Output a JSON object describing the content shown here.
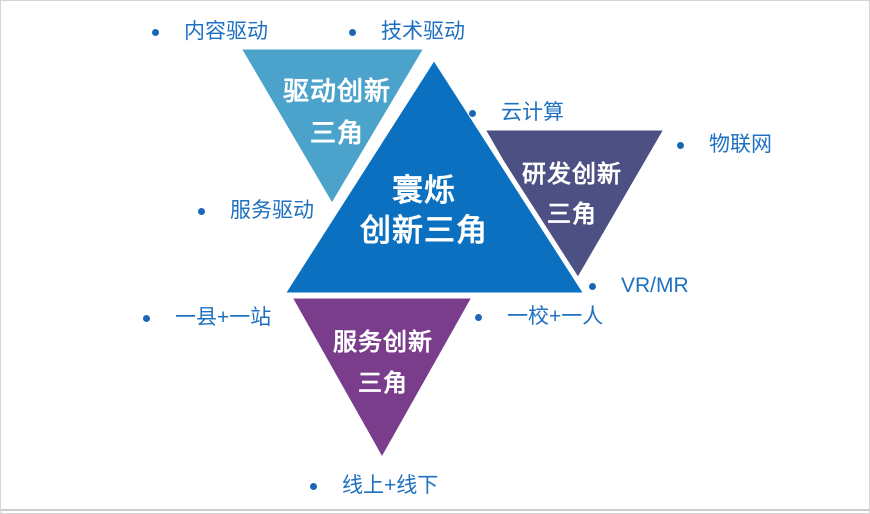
{
  "diagram": {
    "title": "寰烁创新三角",
    "triangles": {
      "core": {
        "line1": "寰烁",
        "line2": "创新三角",
        "color": "#0a70bf"
      },
      "drive": {
        "line1": "驱动创新",
        "line2": "三角",
        "color": "#4ba3cb"
      },
      "rd": {
        "line1": "研发创新",
        "line2": "三角",
        "color": "#4c5082"
      },
      "service": {
        "line1": "服务创新",
        "line2": "三角",
        "color": "#7a3d8c"
      }
    },
    "labels": {
      "content_drive": "内容驱动",
      "tech_drive": "技术驱动",
      "cloud": "云计算",
      "iot": "物联网",
      "service_drive": "服务驱动",
      "vr_mr": "VR/MR",
      "county_station": "一县+一站",
      "school_person": "一校+一人",
      "online_offline": "线上+线下"
    },
    "colors": {
      "label_text": "#1e70c0",
      "bullet": "#1b67b5",
      "stroke": "#ffffff",
      "border": "#d4d4d4",
      "bottom_rule": "#cdcdcd"
    }
  }
}
